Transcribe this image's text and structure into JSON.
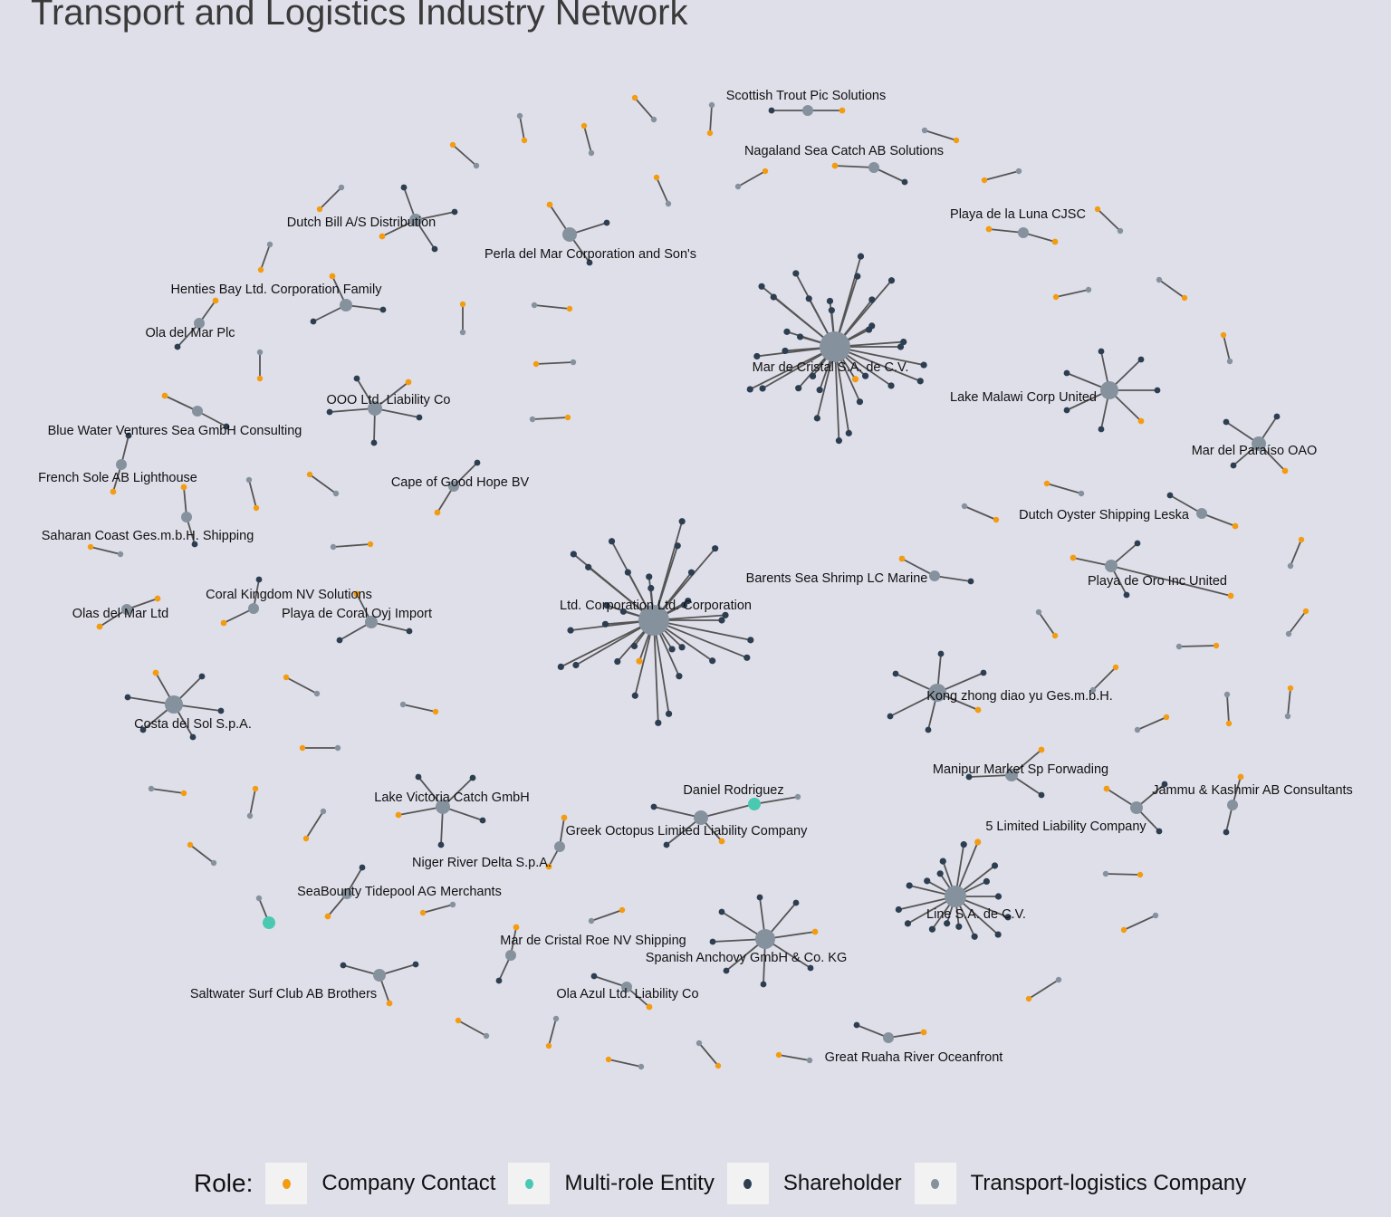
{
  "title": "Transport and Logistics Industry Network",
  "colors": {
    "background": "#dfdfea",
    "company_contact": "#f39c12",
    "multi_role_entity": "#48c9b0",
    "shareholder": "#2c3e50",
    "transport_logistics_company": "#85929e",
    "edge": "#555555"
  },
  "legend": {
    "title": "Role:",
    "items": [
      {
        "label": "Company Contact",
        "role": "company_contact"
      },
      {
        "label": "Multi-role Entity",
        "role": "multi_role_entity"
      },
      {
        "label": "Shareholder",
        "role": "shareholder"
      },
      {
        "label": "Transport-logistics Company",
        "role": "transport_logistics_company"
      }
    ]
  },
  "node_labels": [
    "Scottish Trout Pic Solutions",
    "Nagaland Sea Catch AB Solutions",
    "Playa de la Luna CJSC",
    "Dutch Bill  A/S Distribution",
    "Perla del Mar Corporation and Son's",
    "Henties Bay  Ltd. Corporation Family",
    "Ola del Mar Plc",
    "Mar de Cristal S.A. de C.V.",
    "Lake Malawi  Corp United",
    "Mar del Paraíso OAO",
    "OOO Ltd. Liability Co",
    "Blue Water Ventures Sea GmbH Consulting",
    "French Sole AB Lighthouse",
    "Cape of Good Hope   BV",
    "Saharan Coast  Ges.m.b.H. Shipping",
    "Dutch Oyster Shipping Leska",
    "Barents Sea Shrimp LC Marine",
    "Playa de Oro Inc United",
    "Ltd. Corporation Ltd. Corporation",
    "Coral Kingdom NV Solutions",
    "Playa de Coral Oyj Import",
    "Olas del Mar Ltd",
    "Costa del Sol S.p.A.",
    "Kong zhong diao yu  Ges.m.b.H.",
    "Manipur  Market Sp Forwading",
    "Jammu & Kashmir  AB Consultants",
    "5 Limited Liability Company",
    "Daniel Rodriguez",
    "Greek Octopus Limited Liability Company",
    "Lake Victoria Catch  GmbH",
    "Niger River Delta  S.p.A.",
    "SeaBounty Tidepool AG Merchants",
    "Line S.A. de C.V.",
    "Mar de Cristal Roe NV Shipping",
    "Spanish Anchovy GmbH & Co. KG",
    "Saltwater Surf Club AB Brothers",
    "Ola Azul Ltd. Liability Co",
    "Great Ruaha River  Oceanfront"
  ]
}
